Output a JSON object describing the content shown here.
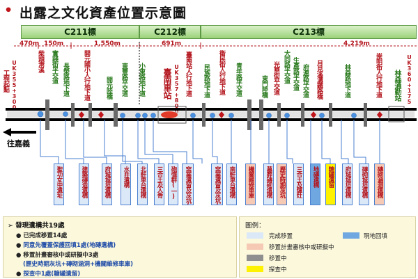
{
  "header": {
    "title": "出露之文化資產位置示意圖"
  },
  "sections": [
    {
      "label": "C211標"
    },
    {
      "label": "C212標"
    },
    {
      "label": "C213標"
    }
  ],
  "distances": [
    "470m",
    "150m",
    "1,550m",
    "691m",
    "4,219m"
  ],
  "track": {
    "left_station": "UK355+300",
    "left_label": "工程起點",
    "right_station": "UK360+175",
    "central_station": "UK357+800",
    "direction": "往嘉義"
  },
  "stations": [
    {
      "label": "臺南車站"
    },
    {
      "label": "林森通勤站"
    }
  ],
  "crossings": [
    {
      "label": "柴頭港溪"
    },
    {
      "label": "長榮路地下道"
    },
    {
      "label": "實踐街平交道"
    },
    {
      "label": "開元國小人行地下道"
    },
    {
      "label": "開元陸橋"
    },
    {
      "label": "東豐路平交道"
    },
    {
      "label": "小東路地下道"
    },
    {
      "label": "臺南站人行地下道"
    },
    {
      "label": "衛民街人行地下道"
    },
    {
      "label": "民族路地下道"
    },
    {
      "label": "青年路平交道"
    },
    {
      "label": "東門陸橋"
    },
    {
      "label": "大同路平交道"
    },
    {
      "label": "光華街平交道"
    },
    {
      "label": "生產路平交道"
    },
    {
      "label": "府連路平交道"
    },
    {
      "label": "月見溪溝鐵路橋"
    },
    {
      "label": "林森路地下道"
    },
    {
      "label": "崇明街人行地下道"
    }
  ],
  "sites": [
    {
      "label": "聖功女中遺址",
      "status": "done"
    },
    {
      "label": "建築磚造遺構",
      "status": "done"
    },
    {
      "label": "府城城垣遺構",
      "status": "done"
    },
    {
      "label": "水井遺構",
      "status": "done"
    },
    {
      "label": "北軒車台遺構",
      "status": "done"
    },
    {
      "label": "三合土及人骨",
      "status": "done"
    },
    {
      "label": "砲彈群(一)",
      "status": "done"
    },
    {
      "label": "窯業遺留及灰坑(一)",
      "status": "done"
    },
    {
      "label": "窯業遺留及灰坑(二)",
      "status": "done"
    },
    {
      "label": "南軒車台遺構",
      "status": "done"
    },
    {
      "label": "機關維修車庫",
      "status": "plan"
    },
    {
      "label": "墓葬磚砌遺構",
      "status": "done"
    },
    {
      "label": "歷史時期灰坑",
      "status": "plan"
    },
    {
      "label": "三合土及爐灶",
      "status": "done"
    },
    {
      "label": "地磚遺構",
      "status": "backfill"
    },
    {
      "label": "糖罐遺留",
      "status": "probe"
    },
    {
      "label": "府城城垣遺構",
      "status": "done"
    },
    {
      "label": "磚砌城垣遺構",
      "status": "done"
    },
    {
      "label": "磚砌涵洞遺構",
      "status": "plan"
    }
  ],
  "summary": {
    "line1": "發現遺構共19處",
    "line2": "已完成移置14處",
    "line3": "同意先覆蓋保護回填1處(地磚遺構)",
    "line4": "移置計畫審核中或研擬中3處",
    "line5": "(歷史時期灰坑+磚砌涵洞+機關維修車庫)",
    "line6": "探查中1處(糖罐遺留)"
  },
  "legend": {
    "title": "圖例：",
    "items": [
      {
        "label": "完成移置",
        "color": "#dbe8f8"
      },
      {
        "label": "移置計畫審核中或研擬中",
        "color": "#f5c9b4"
      },
      {
        "label": "移置中",
        "color": "#8f8f8f"
      },
      {
        "label": "探查中",
        "color": "#fff200"
      },
      {
        "label": "現地回填",
        "color": "#6fa8e0"
      }
    ]
  },
  "colors": {
    "red_text": "#b3141c",
    "green_text": "#2a7a1e",
    "section_green": "#9bd27a",
    "track": "#000000"
  }
}
